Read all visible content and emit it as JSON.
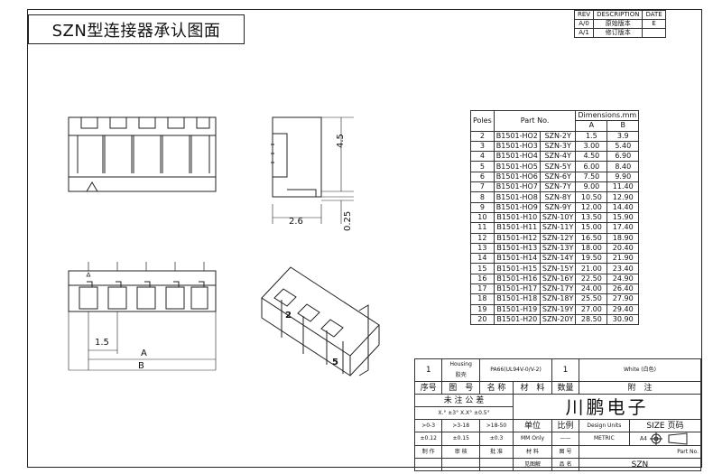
{
  "title": "SZN型连接器承认图面",
  "rev_table": {
    "headers": [
      "REV",
      "DESCRIPTION",
      "DATE"
    ],
    "rows": [
      [
        "A/0",
        "原始版本",
        "E"
      ],
      [
        "A/1",
        "修订版本",
        ""
      ]
    ]
  },
  "drawing": {
    "dim_45": "4.5",
    "dim_26": "2.6",
    "dim_025": "0.25",
    "dim_15": "1.5",
    "dim_A": "A",
    "dim_B": "B",
    "iso_marks": [
      "2",
      "5"
    ]
  },
  "dimensions_table": {
    "headers": {
      "poles": "Poles",
      "part_no": "Part No.",
      "dims": "Dimensions.mm",
      "a": "A",
      "b": "B"
    },
    "rows": [
      [
        "2",
        "B1501-HO2",
        "SZN-2Y",
        "1.5",
        "3.9"
      ],
      [
        "3",
        "B1501-HO3",
        "SZN-3Y",
        "3.00",
        "5.40"
      ],
      [
        "4",
        "B1501-HO4",
        "SZN-4Y",
        "4.50",
        "6.90"
      ],
      [
        "5",
        "B1501-HO5",
        "SZN-5Y",
        "6.00",
        "8.40"
      ],
      [
        "6",
        "B1501-HO6",
        "SZN-6Y",
        "7.50",
        "9.90"
      ],
      [
        "7",
        "B1501-HO7",
        "SZN-7Y",
        "9.00",
        "11.40"
      ],
      [
        "8",
        "B1501-HO8",
        "SZN-8Y",
        "10.50",
        "12.90"
      ],
      [
        "9",
        "B1501-HO9",
        "SZN-9Y",
        "12.00",
        "14.40"
      ],
      [
        "10",
        "B1501-H10",
        "SZN-10Y",
        "13.50",
        "15.90"
      ],
      [
        "11",
        "B1501-H11",
        "SZN-11Y",
        "15.00",
        "17.40"
      ],
      [
        "12",
        "B1501-H12",
        "SZN-12Y",
        "16.50",
        "18.90"
      ],
      [
        "13",
        "B1501-H13",
        "SZN-13Y",
        "18.00",
        "20.40"
      ],
      [
        "14",
        "B1501-H14",
        "SZN-14Y",
        "19.50",
        "21.90"
      ],
      [
        "15",
        "B1501-H15",
        "SZN-15Y",
        "21.00",
        "23.40"
      ],
      [
        "16",
        "B1501-H16",
        "SZN-16Y",
        "22.50",
        "24.90"
      ],
      [
        "17",
        "B1501-H17",
        "SZN-17Y",
        "24.00",
        "26.40"
      ],
      [
        "18",
        "B1501-H18",
        "SZN-18Y",
        "25.50",
        "27.90"
      ],
      [
        "19",
        "B1501-H19",
        "SZN-19Y",
        "27.00",
        "29.40"
      ],
      [
        "20",
        "B1501-H20",
        "SZN-20Y",
        "28.50",
        "30.90"
      ]
    ]
  },
  "title_block": {
    "item_no": "1",
    "housing_en": "Housing",
    "housing_cn": "胶壳",
    "material": "PA66(UL94V-0/V-2)",
    "qty": "1",
    "color": "White (白色)",
    "h_seq": "序号",
    "h_drawing": "图　号",
    "h_name": "名 称",
    "h_material": "材　料",
    "h_qty": "数量",
    "h_note": "附　注",
    "tol_title": "未 注 公 差",
    "tol_line": "X.° ±3°  X.X° ±0.5°",
    "company": "川鹏电子",
    "r1": [
      ">0-3",
      ">3-18",
      ">18-50"
    ],
    "r2": [
      "±0.12",
      "±0.15",
      "±0.3"
    ],
    "unit": "单位",
    "scale": "比例",
    "design_units": "Design Units",
    "size": "SIZE",
    "page": "页码",
    "mm_only": "MM Only",
    "dash": "——",
    "metric": "METRIC",
    "a4": "A4",
    "sign": [
      "制 作",
      "审 核",
      "批 准",
      "材 料",
      "图 号"
    ],
    "part_no_label": "Part No.",
    "viewer": "见图解",
    "pin_name": "品 名",
    "product": "SZN"
  },
  "colors": {
    "line": "#222222",
    "paper": "#ffffff"
  }
}
